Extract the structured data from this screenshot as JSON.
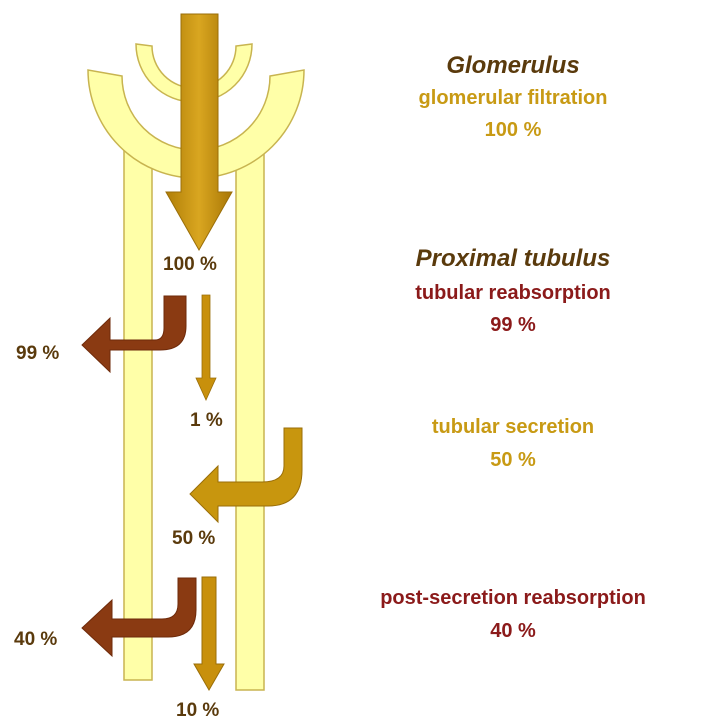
{
  "glomerulus": {
    "title": "Glomerulus",
    "process": "glomerular filtration",
    "value": "100 %"
  },
  "proximal": {
    "title": "Proximal tubulus",
    "process": "tubular reabsorption",
    "value": "99 %"
  },
  "secretion": {
    "process": "tubular secretion",
    "value": "50 %"
  },
  "post_secretion": {
    "process": "post-secretion reabsorption",
    "value": "40 %"
  },
  "flow_labels": {
    "filtered": "100 %",
    "reabsorbed": "99 %",
    "remaining": "1 %",
    "secreted": "50 %",
    "reabsorbed_after_secretion": "40 %",
    "excreted": "10 %"
  },
  "colors": {
    "tubule_fill": "#ffffa8",
    "tubule_stroke": "#c8b450",
    "filtration_arrow": "#c8900c",
    "reabsorption_arrow": "#8a3a12",
    "secretion_arrow": "#c8960e",
    "heading_text": "#5a3a0c",
    "gold_text": "#c89a14",
    "red_text": "#8b1a1a"
  }
}
